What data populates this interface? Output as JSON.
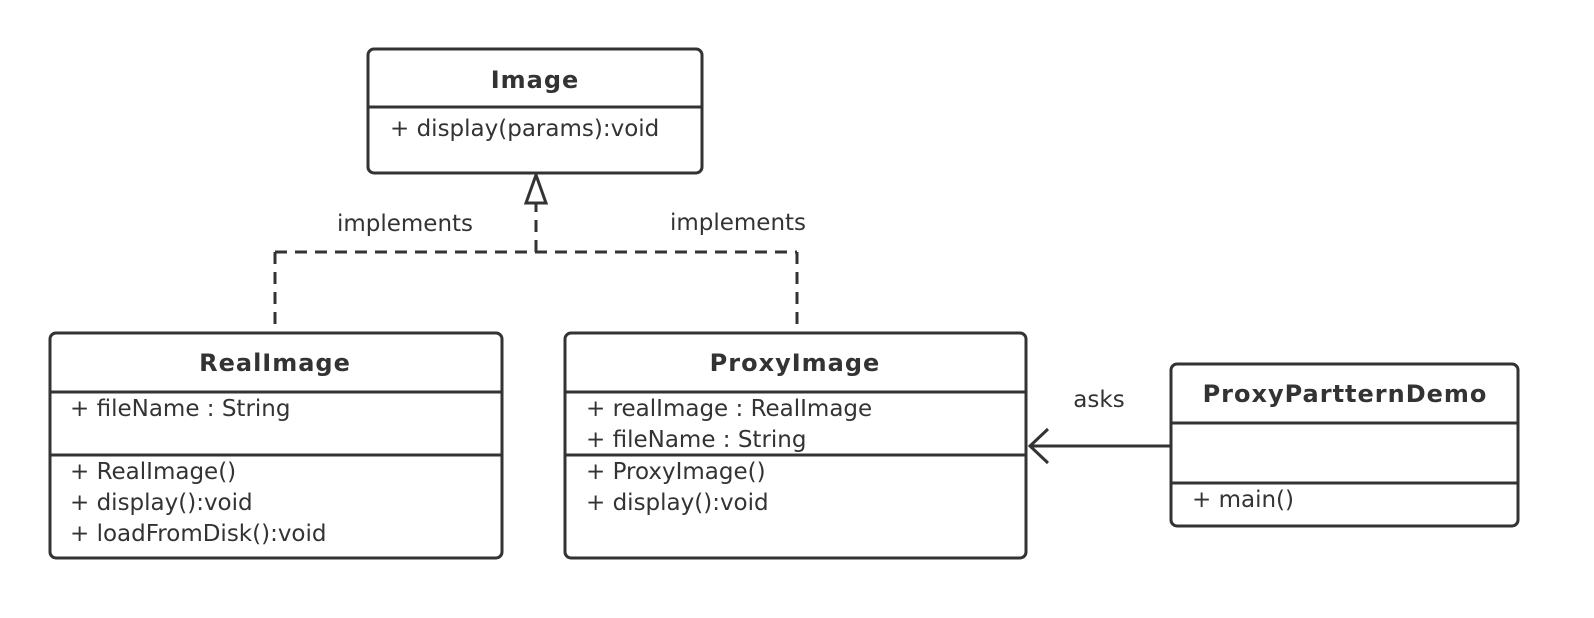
{
  "classes": {
    "image": {
      "name": "Image",
      "attributes": [],
      "methods": [
        "+ display(params):void"
      ]
    },
    "real_image": {
      "name": "RealImage",
      "attributes": [
        "+ fileName : String"
      ],
      "methods": [
        "+ RealImage()",
        "+ display():void",
        "+ loadFromDisk():void"
      ]
    },
    "proxy_image": {
      "name": "ProxyImage",
      "attributes": [
        "+ realImage : RealImage",
        "+ fileName : String"
      ],
      "methods": [
        "+ ProxyImage()",
        "+ display():void"
      ]
    },
    "demo": {
      "name": "ProxyPartternDemo",
      "attributes": [],
      "methods": [
        "+ main()"
      ]
    }
  },
  "relations": {
    "real_implements": "implements",
    "proxy_implements": "implements",
    "asks": "asks"
  },
  "colors": {
    "stroke": "#333333",
    "background": "#ffffff"
  }
}
